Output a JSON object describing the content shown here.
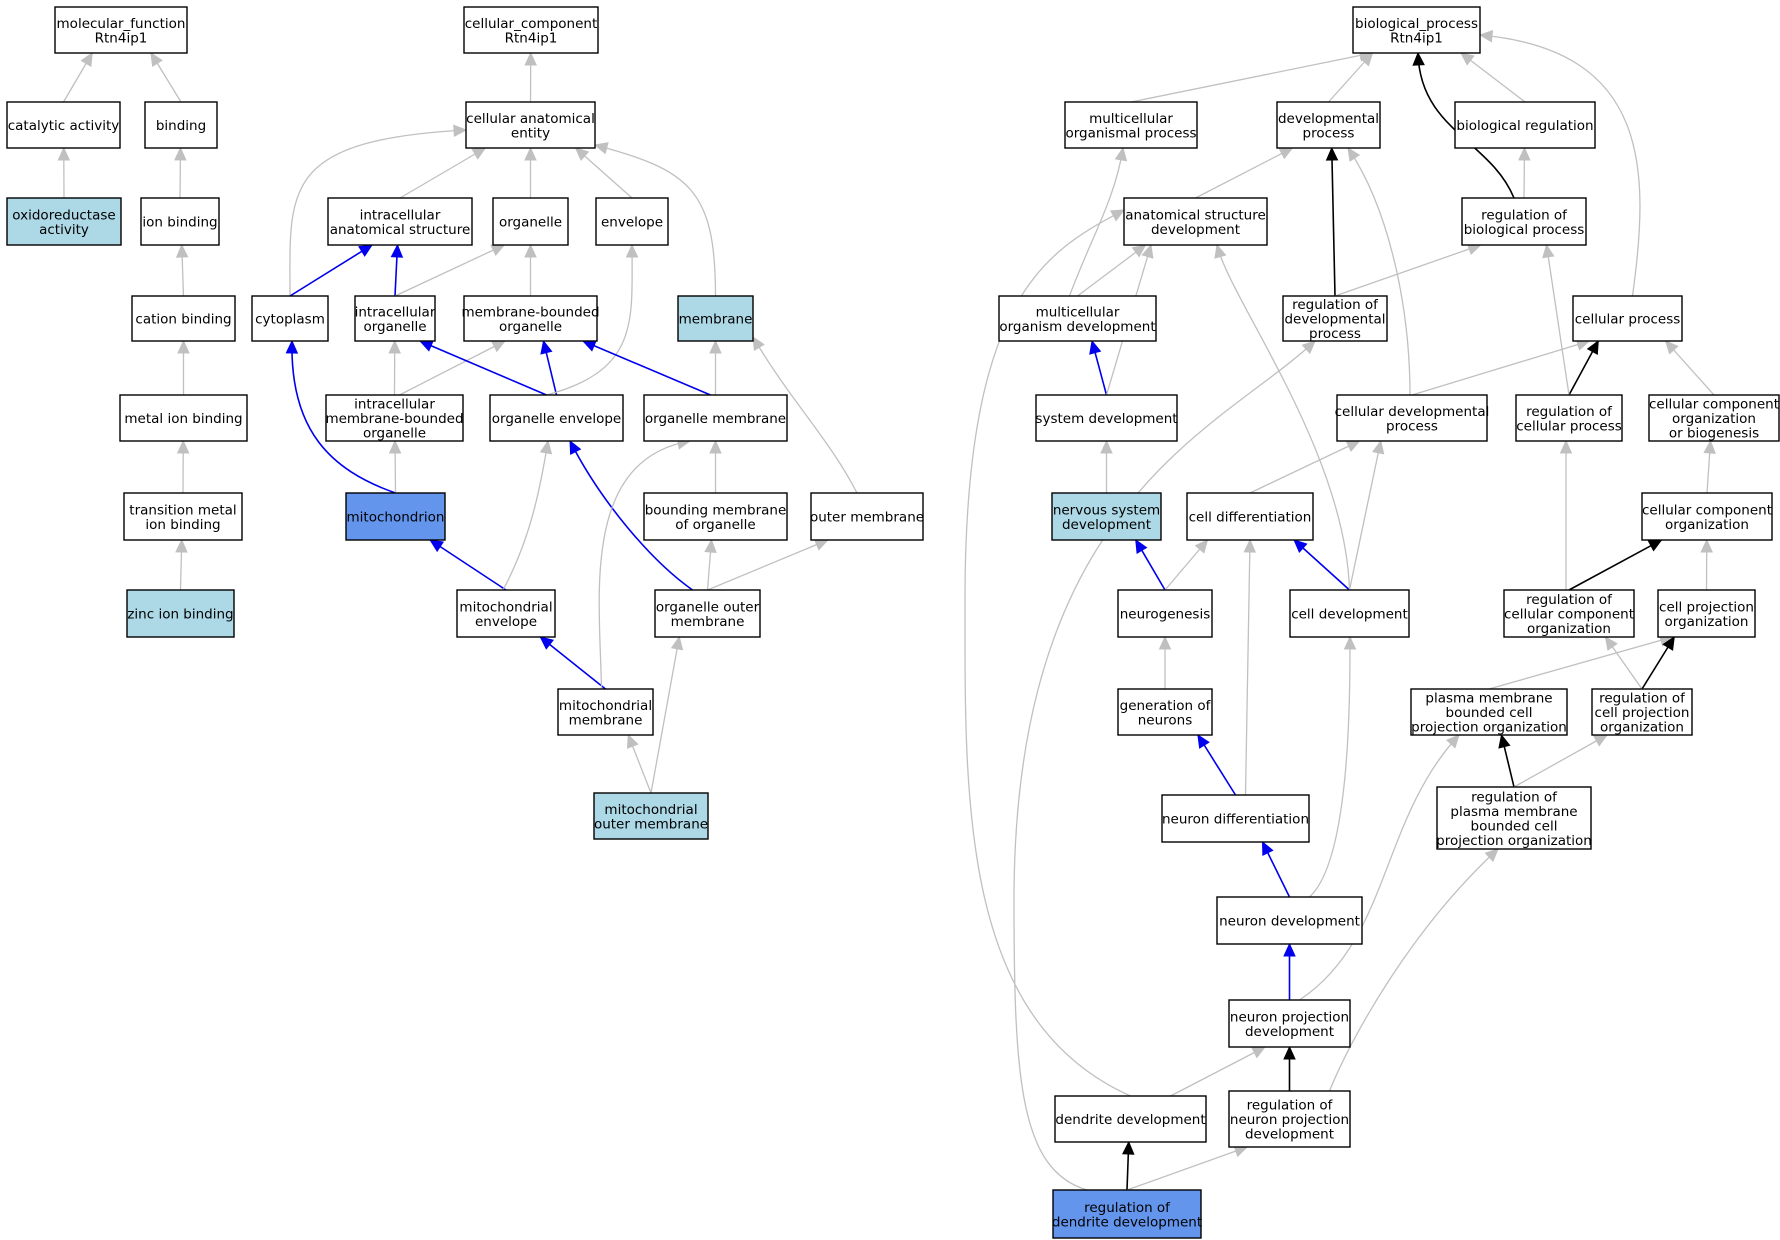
{
  "colors": {
    "default_fill": "#ffffff",
    "light_fill": "#add8e6",
    "dark_fill": "#6495ed",
    "edge_gray": "#c0c0c0",
    "edge_blue": "#0000ee",
    "edge_black": "#000000"
  },
  "nodes": [
    {
      "id": "mf",
      "lines": [
        "molecular_function",
        "Rtn4ip1"
      ],
      "fill": "default"
    },
    {
      "id": "catalytic",
      "lines": [
        "catalytic activity"
      ],
      "fill": "default"
    },
    {
      "id": "binding",
      "lines": [
        "binding"
      ],
      "fill": "default"
    },
    {
      "id": "oxido",
      "lines": [
        "oxidoreductase",
        "activity"
      ],
      "fill": "light"
    },
    {
      "id": "ionbind",
      "lines": [
        "ion binding"
      ],
      "fill": "default"
    },
    {
      "id": "cationbind",
      "lines": [
        "cation binding"
      ],
      "fill": "default"
    },
    {
      "id": "metalbind",
      "lines": [
        "metal ion binding"
      ],
      "fill": "default"
    },
    {
      "id": "transmetal",
      "lines": [
        "transition metal",
        "ion binding"
      ],
      "fill": "default"
    },
    {
      "id": "zinc",
      "lines": [
        "zinc ion binding"
      ],
      "fill": "light"
    },
    {
      "id": "cc",
      "lines": [
        "cellular_component",
        "Rtn4ip1"
      ],
      "fill": "default"
    },
    {
      "id": "cae",
      "lines": [
        "cellular anatomical",
        "entity"
      ],
      "fill": "default"
    },
    {
      "id": "ias",
      "lines": [
        "intracellular",
        "anatomical structure"
      ],
      "fill": "default"
    },
    {
      "id": "organelle",
      "lines": [
        "organelle"
      ],
      "fill": "default"
    },
    {
      "id": "envelope",
      "lines": [
        "envelope"
      ],
      "fill": "default"
    },
    {
      "id": "cytoplasm",
      "lines": [
        "cytoplasm"
      ],
      "fill": "default"
    },
    {
      "id": "intraorg",
      "lines": [
        "intracellular",
        "organelle"
      ],
      "fill": "default"
    },
    {
      "id": "mbo",
      "lines": [
        "membrane-bounded",
        "organelle"
      ],
      "fill": "default"
    },
    {
      "id": "membrane",
      "lines": [
        "membrane"
      ],
      "fill": "light"
    },
    {
      "id": "imbo",
      "lines": [
        "intracellular",
        "membrane-bounded",
        "organelle"
      ],
      "fill": "default"
    },
    {
      "id": "orgenv",
      "lines": [
        "organelle envelope"
      ],
      "fill": "default"
    },
    {
      "id": "orgmem",
      "lines": [
        "organelle membrane"
      ],
      "fill": "default"
    },
    {
      "id": "mito",
      "lines": [
        "mitochondrion"
      ],
      "fill": "dark"
    },
    {
      "id": "bmo",
      "lines": [
        "bounding membrane",
        "of organelle"
      ],
      "fill": "default"
    },
    {
      "id": "outermem",
      "lines": [
        "outer membrane"
      ],
      "fill": "default"
    },
    {
      "id": "mitoenv",
      "lines": [
        "mitochondrial",
        "envelope"
      ],
      "fill": "default"
    },
    {
      "id": "orgoutmem",
      "lines": [
        "organelle outer",
        "membrane"
      ],
      "fill": "default"
    },
    {
      "id": "mitomem",
      "lines": [
        "mitochondrial",
        "membrane"
      ],
      "fill": "default"
    },
    {
      "id": "mitooutmem",
      "lines": [
        "mitochondrial",
        "outer membrane"
      ],
      "fill": "light"
    },
    {
      "id": "bp",
      "lines": [
        "biological_process",
        "Rtn4ip1"
      ],
      "fill": "default"
    },
    {
      "id": "mop",
      "lines": [
        "multicellular",
        "organismal process"
      ],
      "fill": "default"
    },
    {
      "id": "devproc",
      "lines": [
        "developmental",
        "process"
      ],
      "fill": "default"
    },
    {
      "id": "bioreg",
      "lines": [
        "biological regulation"
      ],
      "fill": "default"
    },
    {
      "id": "asd",
      "lines": [
        "anatomical structure",
        "development"
      ],
      "fill": "default"
    },
    {
      "id": "rbp",
      "lines": [
        "regulation of",
        "biological process"
      ],
      "fill": "default"
    },
    {
      "id": "mod",
      "lines": [
        "multicellular",
        "organism development"
      ],
      "fill": "default"
    },
    {
      "id": "rdp",
      "lines": [
        "regulation of",
        "developmental",
        "process"
      ],
      "fill": "default"
    },
    {
      "id": "cellproc",
      "lines": [
        "cellular process"
      ],
      "fill": "default"
    },
    {
      "id": "sysdev",
      "lines": [
        "system development"
      ],
      "fill": "default"
    },
    {
      "id": "cdp",
      "lines": [
        "cellular developmental",
        "process"
      ],
      "fill": "default"
    },
    {
      "id": "rcp",
      "lines": [
        "regulation of",
        "cellular process"
      ],
      "fill": "default"
    },
    {
      "id": "ccob",
      "lines": [
        "cellular component",
        "organization",
        "or biogenesis"
      ],
      "fill": "default"
    },
    {
      "id": "nsd",
      "lines": [
        "nervous system",
        "development"
      ],
      "fill": "light"
    },
    {
      "id": "celldiff",
      "lines": [
        "cell differentiation"
      ],
      "fill": "default"
    },
    {
      "id": "cco",
      "lines": [
        "cellular component",
        "organization"
      ],
      "fill": "default"
    },
    {
      "id": "neurogen",
      "lines": [
        "neurogenesis"
      ],
      "fill": "default"
    },
    {
      "id": "celldev",
      "lines": [
        "cell development"
      ],
      "fill": "default"
    },
    {
      "id": "rcco",
      "lines": [
        "regulation of",
        "cellular component",
        "organization"
      ],
      "fill": "default"
    },
    {
      "id": "cpo",
      "lines": [
        "cell projection",
        "organization"
      ],
      "fill": "default"
    },
    {
      "id": "genneur",
      "lines": [
        "generation of",
        "neurons"
      ],
      "fill": "default"
    },
    {
      "id": "pmbcpo",
      "lines": [
        "plasma membrane",
        "bounded cell",
        "projection organization"
      ],
      "fill": "default"
    },
    {
      "id": "rcpo",
      "lines": [
        "regulation of",
        "cell projection",
        "organization"
      ],
      "fill": "default"
    },
    {
      "id": "neurdiff",
      "lines": [
        "neuron differentiation"
      ],
      "fill": "default"
    },
    {
      "id": "rpmbcpo",
      "lines": [
        "regulation of",
        "plasma membrane",
        "bounded cell",
        "projection organization"
      ],
      "fill": "default"
    },
    {
      "id": "neurdev",
      "lines": [
        "neuron development"
      ],
      "fill": "default"
    },
    {
      "id": "npd",
      "lines": [
        "neuron projection",
        "development"
      ],
      "fill": "default"
    },
    {
      "id": "dendev",
      "lines": [
        "dendrite development"
      ],
      "fill": "default"
    },
    {
      "id": "rnpd",
      "lines": [
        "regulation of",
        "neuron projection",
        "development"
      ],
      "fill": "default"
    },
    {
      "id": "rdd",
      "lines": [
        "regulation of",
        "dendrite development"
      ],
      "fill": "dark"
    }
  ],
  "edges": [
    {
      "from": "catalytic",
      "to": "mf",
      "color": "gray"
    },
    {
      "from": "binding",
      "to": "mf",
      "color": "gray"
    },
    {
      "from": "oxido",
      "to": "catalytic",
      "color": "gray"
    },
    {
      "from": "ionbind",
      "to": "binding",
      "color": "gray"
    },
    {
      "from": "cationbind",
      "to": "ionbind",
      "color": "gray"
    },
    {
      "from": "metalbind",
      "to": "cationbind",
      "color": "gray"
    },
    {
      "from": "transmetal",
      "to": "metalbind",
      "color": "gray"
    },
    {
      "from": "zinc",
      "to": "transmetal",
      "color": "gray"
    },
    {
      "from": "cae",
      "to": "cc",
      "color": "gray"
    },
    {
      "from": "ias",
      "to": "cae",
      "color": "gray"
    },
    {
      "from": "organelle",
      "to": "cae",
      "color": "gray"
    },
    {
      "from": "envelope",
      "to": "cae",
      "color": "gray"
    },
    {
      "from": "cytoplasm",
      "to": "cae",
      "color": "gray"
    },
    {
      "from": "membrane",
      "to": "cae",
      "color": "gray"
    },
    {
      "from": "cytoplasm",
      "to": "ias",
      "color": "blue"
    },
    {
      "from": "intraorg",
      "to": "ias",
      "color": "blue"
    },
    {
      "from": "intraorg",
      "to": "organelle",
      "color": "gray"
    },
    {
      "from": "mbo",
      "to": "organelle",
      "color": "gray"
    },
    {
      "from": "imbo",
      "to": "intraorg",
      "color": "gray"
    },
    {
      "from": "imbo",
      "to": "mbo",
      "color": "gray"
    },
    {
      "from": "orgenv",
      "to": "intraorg",
      "color": "blue"
    },
    {
      "from": "orgenv",
      "to": "mbo",
      "color": "blue"
    },
    {
      "from": "orgenv",
      "to": "envelope",
      "color": "gray"
    },
    {
      "from": "orgmem",
      "to": "mbo",
      "color": "blue"
    },
    {
      "from": "orgmem",
      "to": "membrane",
      "color": "gray"
    },
    {
      "from": "mito",
      "to": "cytoplasm",
      "color": "blue"
    },
    {
      "from": "mito",
      "to": "imbo",
      "color": "gray"
    },
    {
      "from": "bmo",
      "to": "orgmem",
      "color": "gray"
    },
    {
      "from": "outermem",
      "to": "membrane",
      "color": "gray"
    },
    {
      "from": "mitoenv",
      "to": "mito",
      "color": "blue"
    },
    {
      "from": "mitoenv",
      "to": "orgenv",
      "color": "gray"
    },
    {
      "from": "orgoutmem",
      "to": "orgenv",
      "color": "blue"
    },
    {
      "from": "orgoutmem",
      "to": "bmo",
      "color": "gray"
    },
    {
      "from": "orgoutmem",
      "to": "outermem",
      "color": "gray"
    },
    {
      "from": "mitomem",
      "to": "mitoenv",
      "color": "blue"
    },
    {
      "from": "mitomem",
      "to": "orgmem",
      "color": "gray"
    },
    {
      "from": "mitooutmem",
      "to": "mitomem",
      "color": "gray"
    },
    {
      "from": "mitooutmem",
      "to": "orgoutmem",
      "color": "gray"
    },
    {
      "from": "mop",
      "to": "bp",
      "color": "gray"
    },
    {
      "from": "devproc",
      "to": "bp",
      "color": "gray"
    },
    {
      "from": "bioreg",
      "to": "bp",
      "color": "gray"
    },
    {
      "from": "rbp",
      "to": "bp",
      "color": "black"
    },
    {
      "from": "cellproc",
      "to": "bp",
      "color": "gray"
    },
    {
      "from": "asd",
      "to": "devproc",
      "color": "gray"
    },
    {
      "from": "rbp",
      "to": "bioreg",
      "color": "gray"
    },
    {
      "from": "mod",
      "to": "mop",
      "color": "gray"
    },
    {
      "from": "mod",
      "to": "asd",
      "color": "gray"
    },
    {
      "from": "rdp",
      "to": "devproc",
      "color": "black"
    },
    {
      "from": "rdp",
      "to": "rbp",
      "color": "gray"
    },
    {
      "from": "sysdev",
      "to": "mod",
      "color": "blue"
    },
    {
      "from": "sysdev",
      "to": "asd",
      "color": "gray"
    },
    {
      "from": "cdp",
      "to": "devproc",
      "color": "gray"
    },
    {
      "from": "cdp",
      "to": "cellproc",
      "color": "gray"
    },
    {
      "from": "rcp",
      "to": "cellproc",
      "color": "black"
    },
    {
      "from": "rcp",
      "to": "rbp",
      "color": "gray"
    },
    {
      "from": "ccob",
      "to": "cellproc",
      "color": "gray"
    },
    {
      "from": "nsd",
      "to": "sysdev",
      "color": "gray"
    },
    {
      "from": "celldiff",
      "to": "cdp",
      "color": "gray"
    },
    {
      "from": "cco",
      "to": "ccob",
      "color": "gray"
    },
    {
      "from": "neurogen",
      "to": "nsd",
      "color": "blue"
    },
    {
      "from": "neurogen",
      "to": "celldiff",
      "color": "gray"
    },
    {
      "from": "celldev",
      "to": "celldiff",
      "color": "blue"
    },
    {
      "from": "celldev",
      "to": "cdp",
      "color": "gray"
    },
    {
      "from": "celldev",
      "to": "asd",
      "color": "gray"
    },
    {
      "from": "rcco",
      "to": "cco",
      "color": "black"
    },
    {
      "from": "rcco",
      "to": "rcp",
      "color": "gray"
    },
    {
      "from": "cpo",
      "to": "cco",
      "color": "gray"
    },
    {
      "from": "genneur",
      "to": "neurogen",
      "color": "gray"
    },
    {
      "from": "pmbcpo",
      "to": "cpo",
      "color": "gray"
    },
    {
      "from": "rcpo",
      "to": "cpo",
      "color": "black"
    },
    {
      "from": "rcpo",
      "to": "rcco",
      "color": "gray"
    },
    {
      "from": "neurdiff",
      "to": "genneur",
      "color": "blue"
    },
    {
      "from": "neurdiff",
      "to": "celldiff",
      "color": "gray"
    },
    {
      "from": "rpmbcpo",
      "to": "pmbcpo",
      "color": "black"
    },
    {
      "from": "rpmbcpo",
      "to": "rcpo",
      "color": "gray"
    },
    {
      "from": "neurdev",
      "to": "neurdiff",
      "color": "blue"
    },
    {
      "from": "neurdev",
      "to": "celldev",
      "color": "gray"
    },
    {
      "from": "npd",
      "to": "neurdev",
      "color": "blue"
    },
    {
      "from": "npd",
      "to": "pmbcpo",
      "color": "gray"
    },
    {
      "from": "dendev",
      "to": "npd",
      "color": "gray"
    },
    {
      "from": "dendev",
      "to": "asd",
      "color": "gray"
    },
    {
      "from": "rnpd",
      "to": "npd",
      "color": "black"
    },
    {
      "from": "rnpd",
      "to": "rpmbcpo",
      "color": "gray"
    },
    {
      "from": "rdd",
      "to": "dendev",
      "color": "black"
    },
    {
      "from": "rdd",
      "to": "rnpd",
      "color": "gray"
    },
    {
      "from": "rdd",
      "to": "rdp",
      "color": "gray"
    }
  ]
}
